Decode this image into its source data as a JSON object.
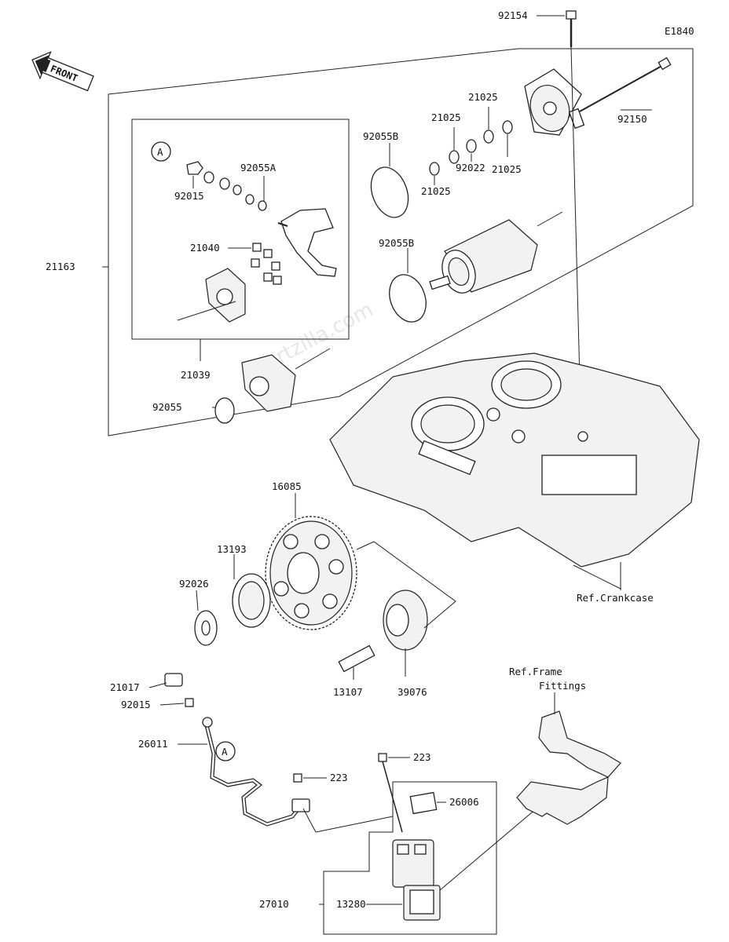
{
  "diagram_code": "E1840",
  "front_label": "FRONT",
  "watermark": "Partzilla.com",
  "callout_a": "A",
  "parts": {
    "p92154": "92154",
    "p92150": "92150",
    "p21025a": "21025",
    "p21025b": "21025",
    "p21025c": "21025",
    "p21025d": "21025",
    "p92022": "92022",
    "p92055B_1": "92055B",
    "p92055B_2": "92055B",
    "p92055A": "92055A",
    "p92015_1": "92015",
    "p21040": "21040",
    "p21163": "21163",
    "p21039": "21039",
    "p92055": "92055",
    "p16085": "16085",
    "p13193": "13193",
    "p92026": "92026",
    "p13107": "13107",
    "p39076": "39076",
    "p21017": "21017",
    "p92015_2": "92015",
    "p26011": "26011",
    "p223a": "223",
    "p223b": "223",
    "p26006": "26006",
    "p27010": "27010",
    "p13280": "13280"
  },
  "refs": {
    "crankcase": "Ref.Crankcase",
    "frame_line1": "Ref.Frame",
    "frame_line2": "Fittings"
  }
}
